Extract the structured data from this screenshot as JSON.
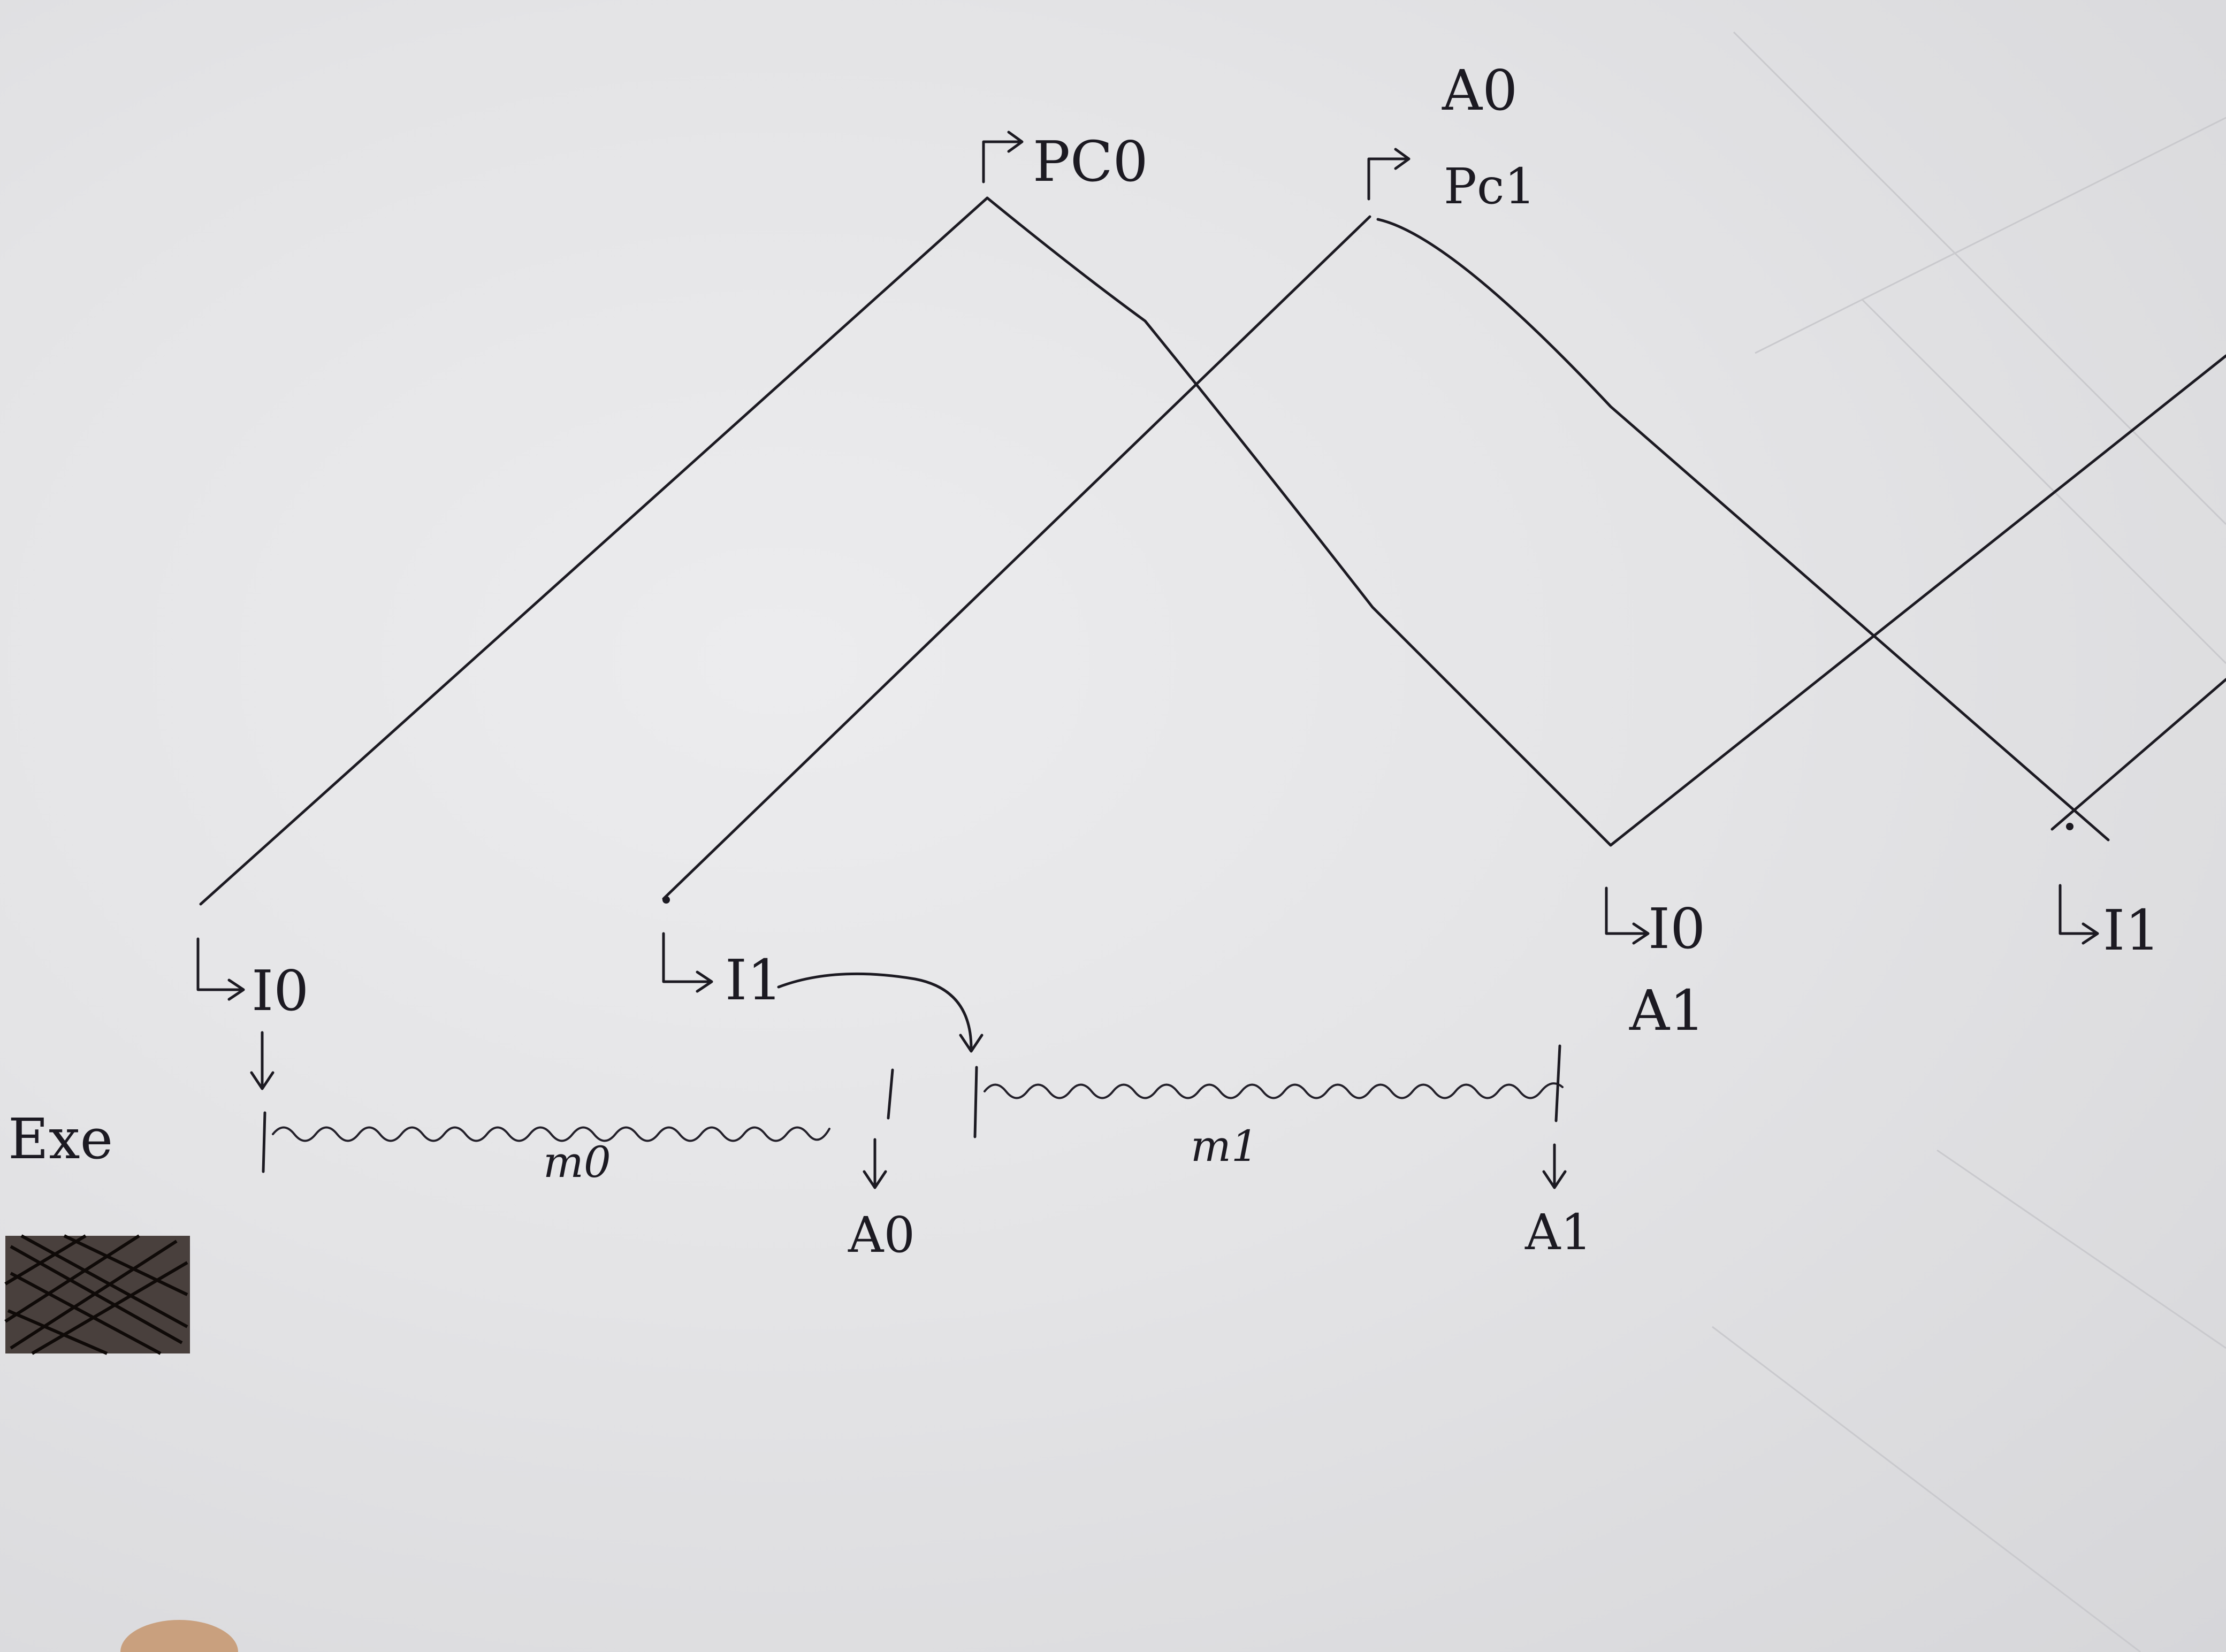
{
  "diagram": {
    "labels": {
      "pc0": "PC0",
      "pc1": "Pc1",
      "a0_top": "A0",
      "i0_left": "I0",
      "i1_left": "I1",
      "i0_right": "I0",
      "a1_right": "A1",
      "i1_right": "I1",
      "exe": "Exe",
      "m0": "m0",
      "m1": "m1",
      "a0_bottom": "A0",
      "a1_bottom": "A1"
    },
    "colors": {
      "ink": "#1c1a22",
      "paper": "#e4e4e6",
      "scribble": "#3a2a22"
    }
  }
}
